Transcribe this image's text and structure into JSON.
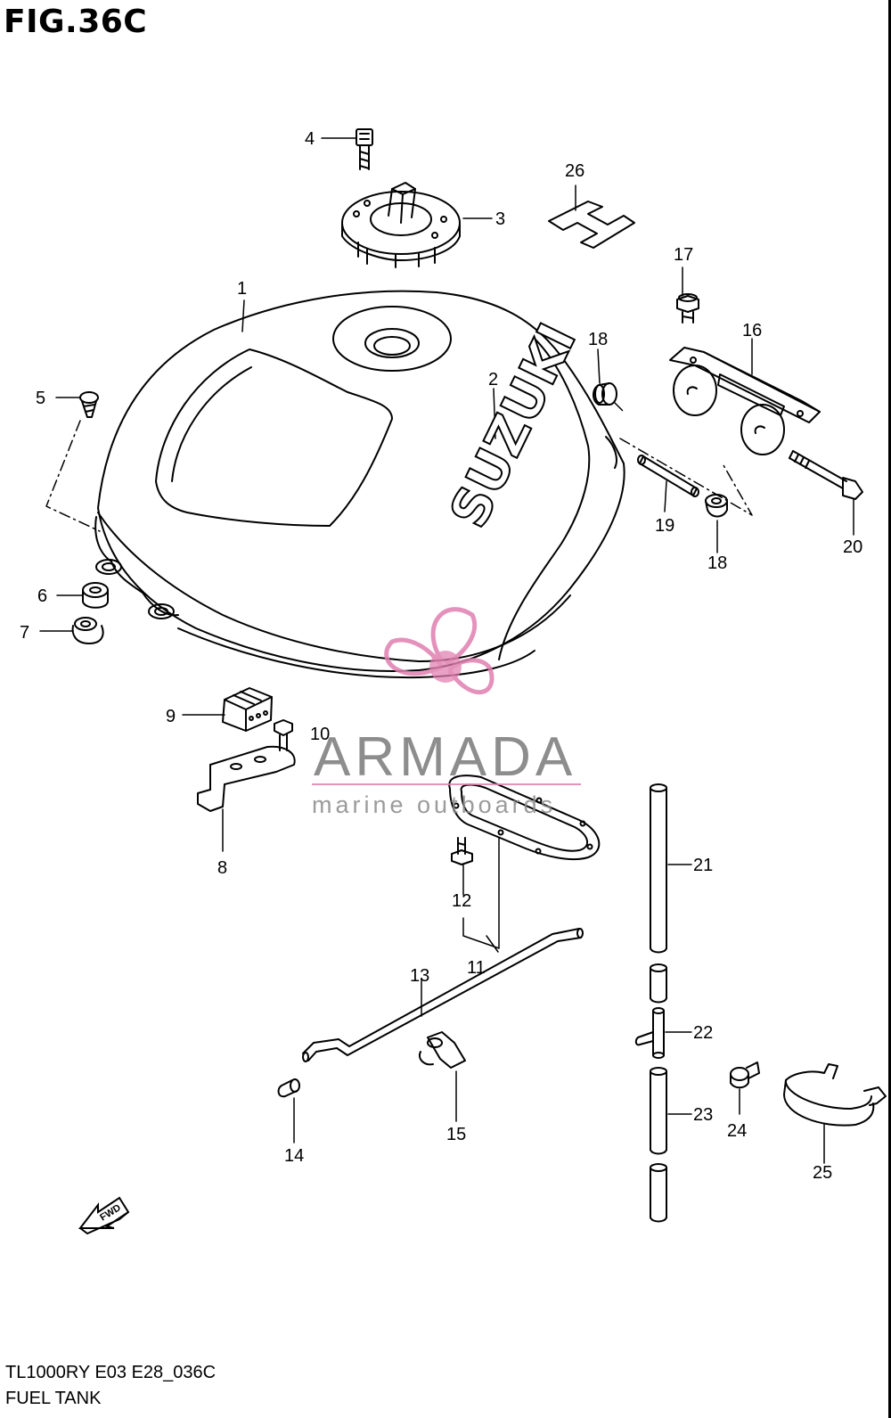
{
  "figure": {
    "title": "FIG.36C",
    "model_code": "TL1000RY E03 E28_036C",
    "section_name": "FUEL TANK"
  },
  "tank_brand": "SUZUKI",
  "fwd_label": "FWD",
  "watermark": {
    "brand": "ARMADA",
    "tagline": "marine outboards",
    "color": "#e07fb0"
  },
  "callouts": [
    "1",
    "2",
    "3",
    "4",
    "5",
    "6",
    "7",
    "8",
    "9",
    "10",
    "11",
    "12",
    "13",
    "14",
    "15",
    "16",
    "17",
    "18",
    "18",
    "19",
    "20",
    "21",
    "22",
    "23",
    "24",
    "25",
    "26"
  ]
}
